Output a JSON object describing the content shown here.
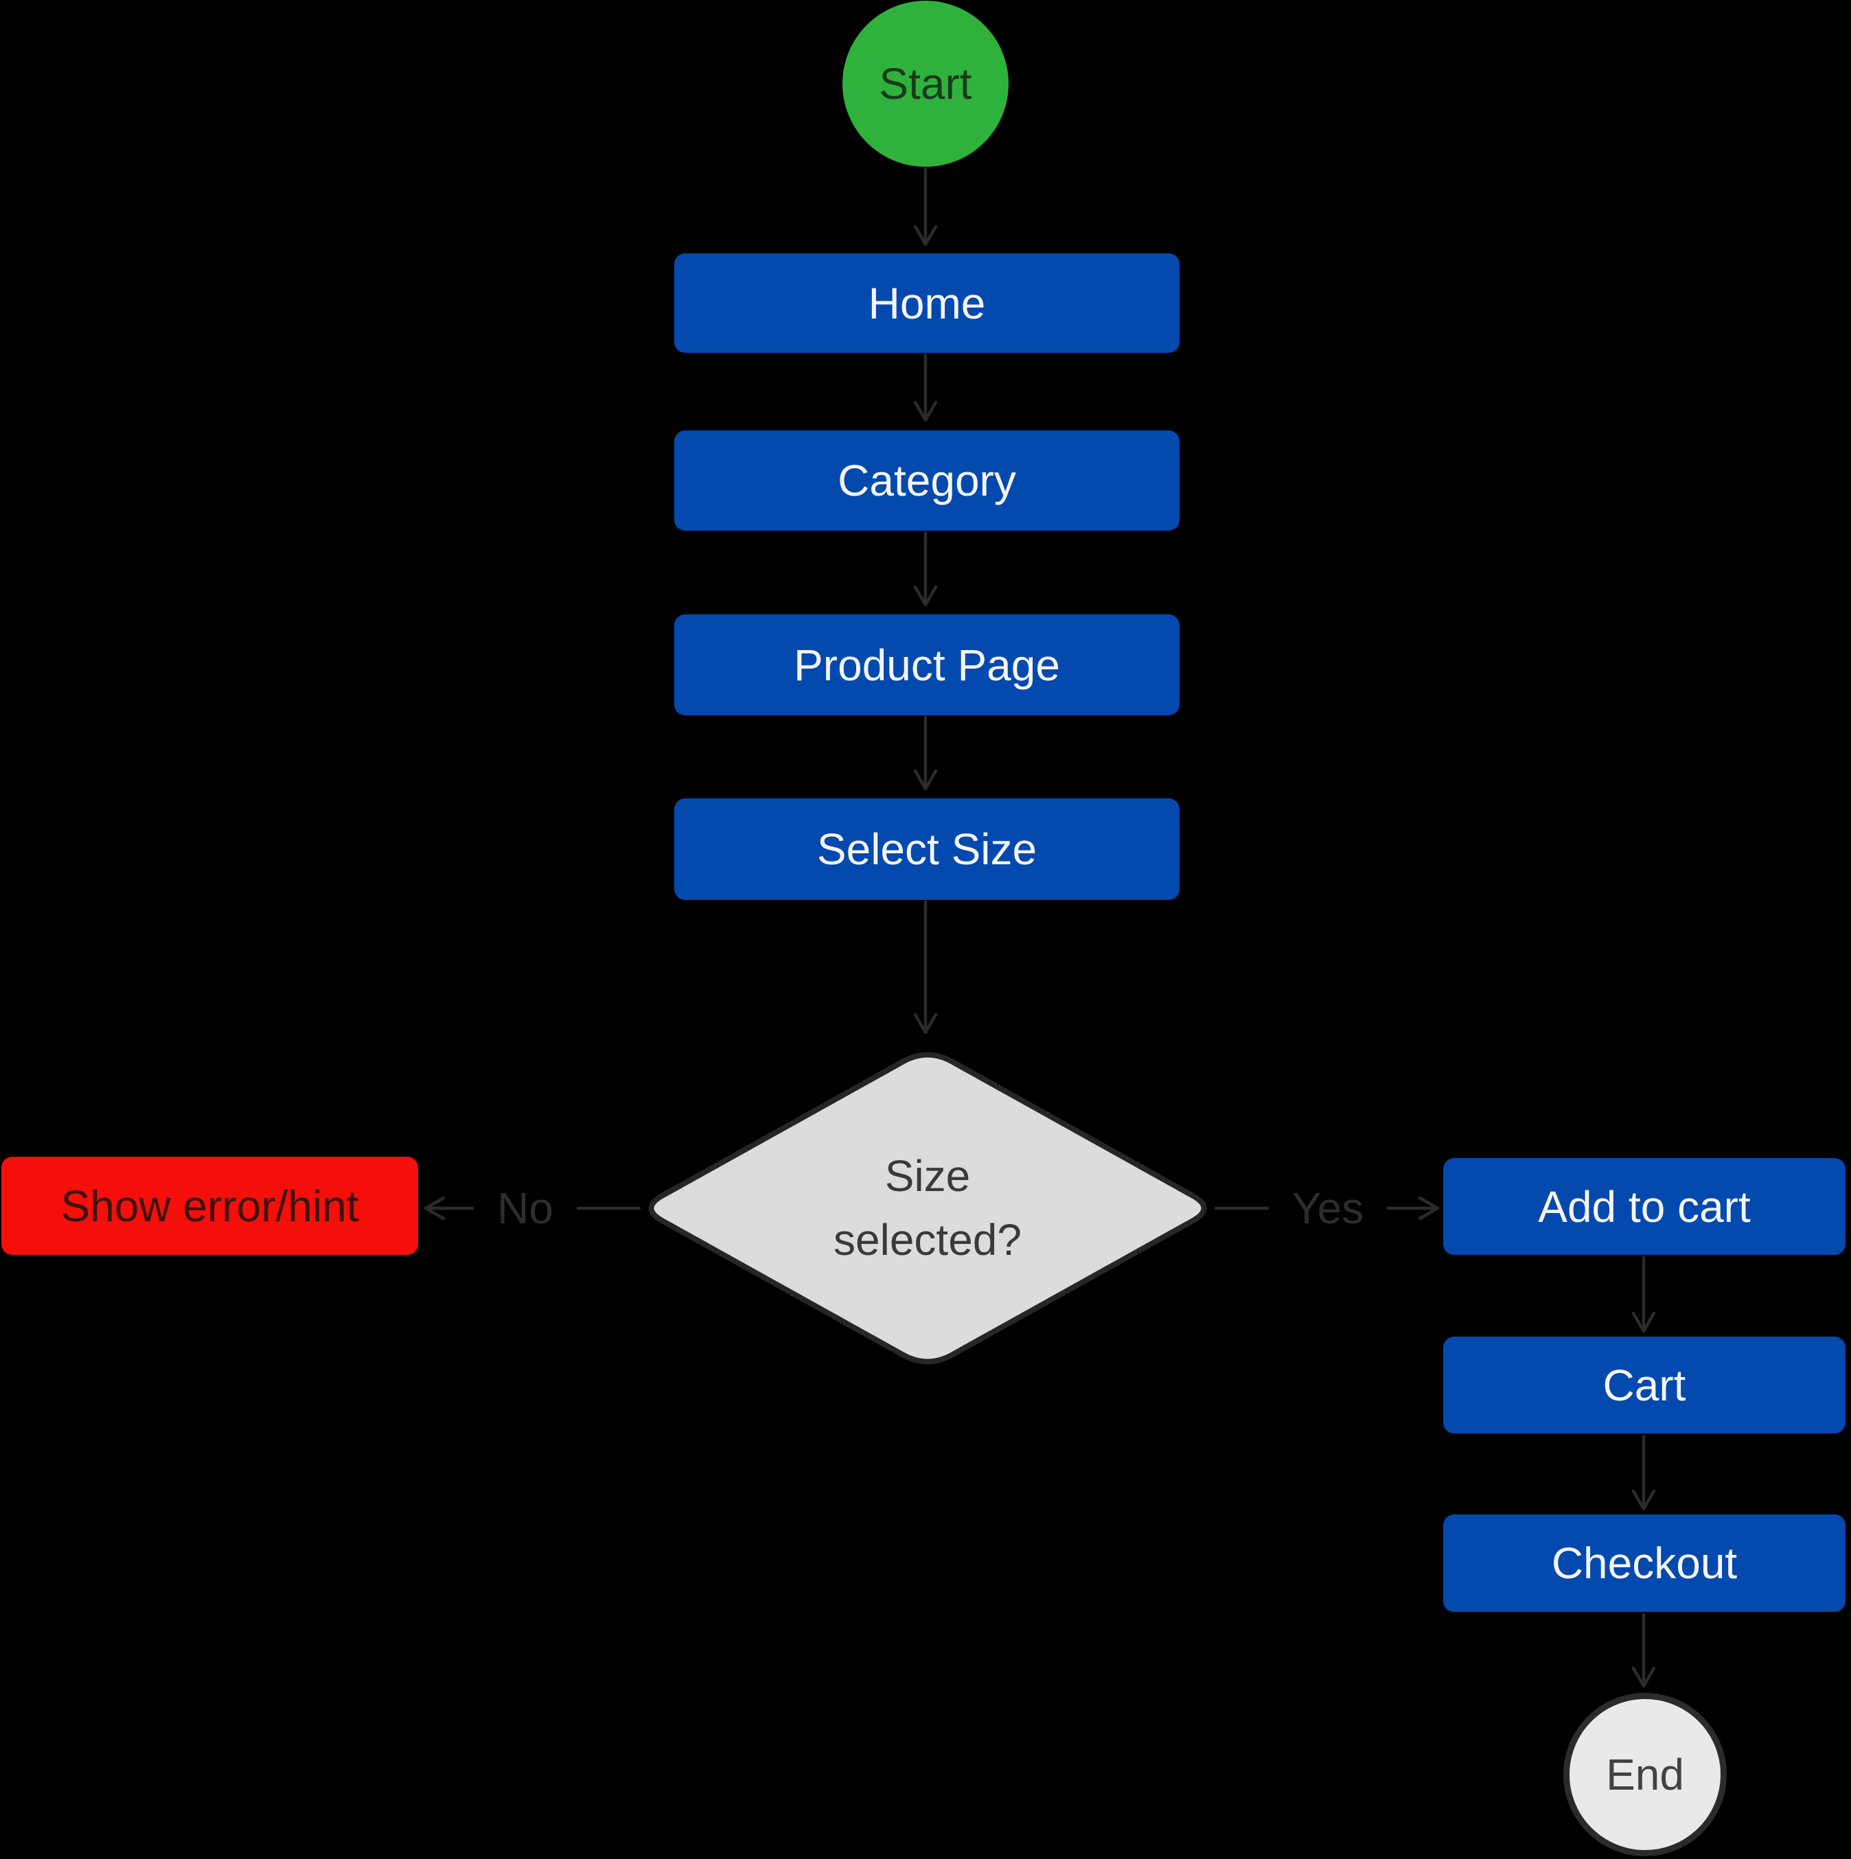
{
  "colors": {
    "background": "#000000",
    "page_blue": "#0449AE",
    "page_text": "#F5F5F5",
    "start_green": "#2FB23C",
    "start_text": "#1B3A1D",
    "error_red": "#F40F0B",
    "error_text": "#3B120E",
    "decision_fill": "#DCDCDC",
    "decision_border": "#262626",
    "decision_text": "#3A3A3A",
    "end_fill": "#E9E9E9",
    "end_border": "#2B2B2B",
    "end_text": "#424242",
    "edge_line": "#2B2B2B",
    "edge_label": "#2D2D2D"
  },
  "nodes": {
    "start": {
      "label": "Start"
    },
    "home": {
      "label": "Home"
    },
    "category": {
      "label": "Category"
    },
    "product_page": {
      "label": "Product Page"
    },
    "select_size": {
      "label": "Select Size"
    },
    "decision": {
      "label_line1": "Size",
      "label_line2": "selected?"
    },
    "error": {
      "label": "Show error/hint"
    },
    "add_to_cart": {
      "label": "Add to cart"
    },
    "cart": {
      "label": "Cart"
    },
    "checkout": {
      "label": "Checkout"
    },
    "end": {
      "label": "End"
    }
  },
  "edges": {
    "no": {
      "label": "No"
    },
    "yes": {
      "label": "Yes"
    }
  }
}
